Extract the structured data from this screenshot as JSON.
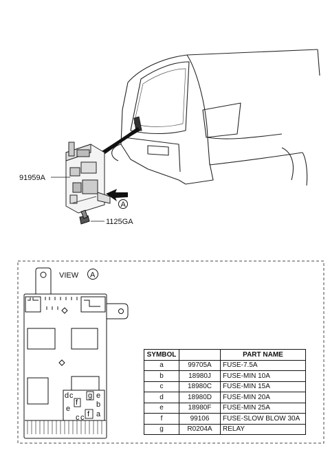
{
  "labels": {
    "part_module": "91959A",
    "part_bolt": "1125GA",
    "callout": "A",
    "view_title": "VIEW",
    "view_circle": "A"
  },
  "box_letters": {
    "d": "d",
    "c1": "c",
    "g": "g",
    "e1": "e",
    "b": "b",
    "f1": "f",
    "e2": "e",
    "f2": "f",
    "a": "a",
    "c2": "c",
    "c3": "c"
  },
  "table": {
    "headers": [
      "SYMBOL",
      "",
      "PART NAME"
    ],
    "rows": [
      {
        "symbol": "a",
        "part_no": "99705A",
        "name": "FUSE-7.5A"
      },
      {
        "symbol": "b",
        "part_no": "18980J",
        "name": "FUSE-MIN 10A"
      },
      {
        "symbol": "c",
        "part_no": "18980C",
        "name": "FUSE-MIN 15A"
      },
      {
        "symbol": "d",
        "part_no": "18980D",
        "name": "FUSE-MIN 20A"
      },
      {
        "symbol": "e",
        "part_no": "18980F",
        "name": "FUSE-MIN 25A"
      },
      {
        "symbol": "f",
        "part_no": "99106",
        "name": "FUSE-SLOW BLOW 30A"
      },
      {
        "symbol": "g",
        "part_no": "R0204A",
        "name": "RELAY"
      }
    ]
  }
}
